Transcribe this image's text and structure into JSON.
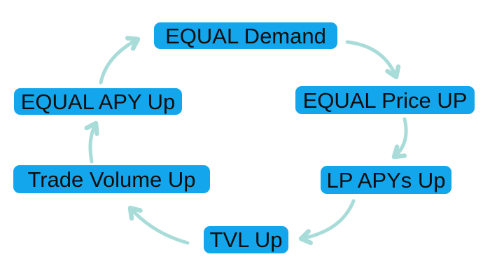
{
  "diagram": {
    "type": "cycle",
    "description": "Circular flywheel diagram of six steps connected by hand-drawn teal arrows, clockwise",
    "nodes": [
      {
        "id": "equal-demand",
        "label": "EQUAL Demand"
      },
      {
        "id": "equal-price-up",
        "label": "EQUAL Price UP"
      },
      {
        "id": "lp-apys-up",
        "label": "LP APYs Up"
      },
      {
        "id": "tvl-up",
        "label": "TVL Up"
      },
      {
        "id": "trade-volume-up",
        "label": "Trade Volume Up"
      },
      {
        "id": "equal-apy-up",
        "label": "EQUAL APY Up"
      }
    ],
    "edges": [
      {
        "from": "equal-demand",
        "to": "equal-price-up"
      },
      {
        "from": "equal-price-up",
        "to": "lp-apys-up"
      },
      {
        "from": "lp-apys-up",
        "to": "tvl-up"
      },
      {
        "from": "tvl-up",
        "to": "trade-volume-up"
      },
      {
        "from": "trade-volume-up",
        "to": "equal-apy-up"
      },
      {
        "from": "equal-apy-up",
        "to": "equal-demand"
      }
    ],
    "colors": {
      "node_fill": "#14a6ec",
      "node_text": "#0d0d0d",
      "arrow": "#a8dcd9",
      "background": "#ffffff"
    }
  }
}
